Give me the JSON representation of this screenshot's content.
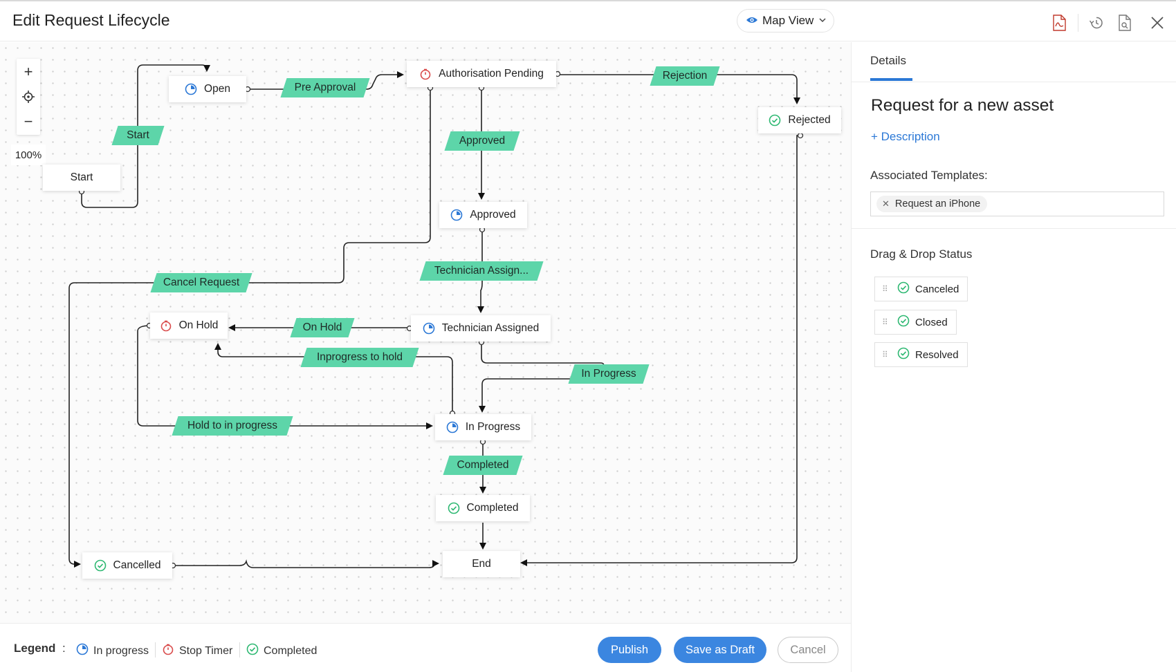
{
  "header": {
    "title": "Edit Request Lifecycle",
    "view_selector": {
      "label": "Map View",
      "icon": "eye-icon"
    },
    "actions": [
      {
        "name": "pdf-export-icon"
      },
      {
        "name": "history-icon"
      },
      {
        "name": "document-preview-icon"
      },
      {
        "name": "close-icon"
      }
    ]
  },
  "canvas": {
    "zoom": {
      "in_label": "+",
      "out_label": "−",
      "level": "100%"
    },
    "nodes": {
      "start": "Start",
      "open": "Open",
      "authorisation_pending": "Authorisation Pending",
      "rejected": "Rejected",
      "approved": "Approved",
      "technician_assigned": "Technician Assigned",
      "on_hold": "On Hold",
      "in_progress": "In Progress",
      "completed": "Completed",
      "cancelled": "Cancelled",
      "end": "End"
    },
    "transitions": {
      "start": "Start",
      "pre_approval": "Pre Approval",
      "rejection": "Rejection",
      "approved": "Approved",
      "technician_assign": "Technician Assign...",
      "cancel_request": "Cancel Request",
      "on_hold": "On Hold",
      "inprogress_to_hold": "Inprogress to hold",
      "in_progress": "In Progress",
      "hold_to_in_progress": "Hold to in progress",
      "completed": "Completed"
    }
  },
  "legend": {
    "label": "Legend",
    "colon": ":",
    "items": [
      {
        "label": "In progress",
        "icon": "in-progress-icon"
      },
      {
        "label": "Stop Timer",
        "icon": "stop-timer-icon"
      },
      {
        "label": "Completed",
        "icon": "completed-icon"
      }
    ]
  },
  "buttons": {
    "publish": "Publish",
    "save_draft": "Save as Draft",
    "cancel": "Cancel"
  },
  "details": {
    "tab": "Details",
    "title": "Request for a new asset",
    "description_link": "+ Description",
    "associated_label": "Associated Templates:",
    "template_chip": "Request an iPhone",
    "dragdrop_label": "Drag & Drop Status",
    "statuses": [
      "Canceled",
      "Closed",
      "Resolved"
    ]
  },
  "colors": {
    "accent": "#2b78d6",
    "transition": "#5dd5a9",
    "completed": "#2eb872",
    "stop_timer": "#d94b4b",
    "button": "#3b86e0"
  }
}
